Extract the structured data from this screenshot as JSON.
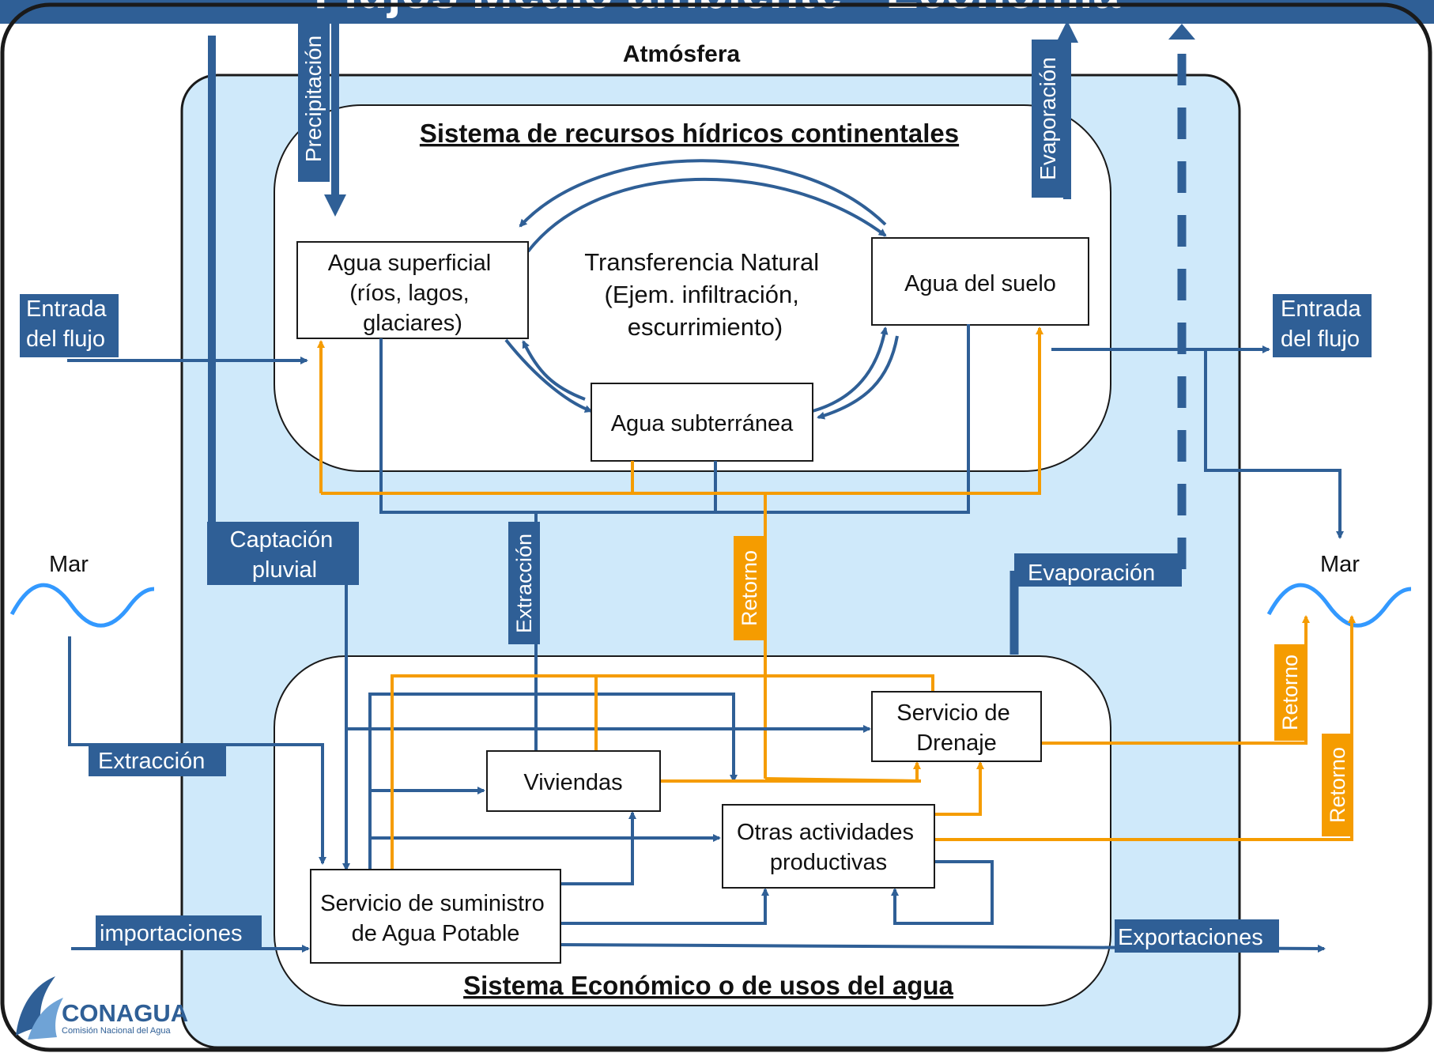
{
  "title": "Flujos Medio ambiente - Economía",
  "atmosphere_label": "Atmósfera",
  "continental_title": "Sistema de recursos hídricos continentales",
  "economic_title": "Sistema Económico o de usos del  agua",
  "nodes": {
    "surface_water": [
      "Agua superficial",
      "(ríos, lagos,",
      "glaciares)"
    ],
    "natural_transfer": [
      "Transferencia Natural",
      "(Ejem. infiltración,",
      "escurrimiento)"
    ],
    "soil_water": "Agua del suelo",
    "groundwater": "Agua subterránea",
    "housing": "Viviendas",
    "drainage": [
      "Servicio de",
      "Drenaje"
    ],
    "other_productive": [
      "Otras actividades",
      "productivas"
    ],
    "potable_supply": [
      "Servicio de suministro",
      "de Agua Potable"
    ]
  },
  "flow_labels": {
    "precipitation": "Precipitación",
    "evaporation_top": "Evaporación",
    "evaporation_mid": "Evaporación",
    "inflow_left": [
      "Entrada",
      "del flujo"
    ],
    "inflow_right": [
      "Entrada",
      "del flujo"
    ],
    "rain_capture": [
      "Captación",
      "pluvial"
    ],
    "extraction_center": "Extracción",
    "return_center": "Retorno",
    "extraction_sea": "Extracción",
    "imports": "importaciones",
    "exports": "Exportaciones",
    "return_right_1": "Retorno",
    "return_right_2": "Retorno"
  },
  "sea_labels": {
    "left": "Mar",
    "right": "Mar"
  },
  "logo": {
    "name": "CONAGUA",
    "subtitle": "Comisión Nacional del Agua"
  },
  "colors": {
    "flow_blue": "#2f5f96",
    "return_orange": "#f59c00",
    "env_fill": "#cfe9fa",
    "sea_wave": "#3399ff",
    "title_bar": "#2f5f96"
  }
}
